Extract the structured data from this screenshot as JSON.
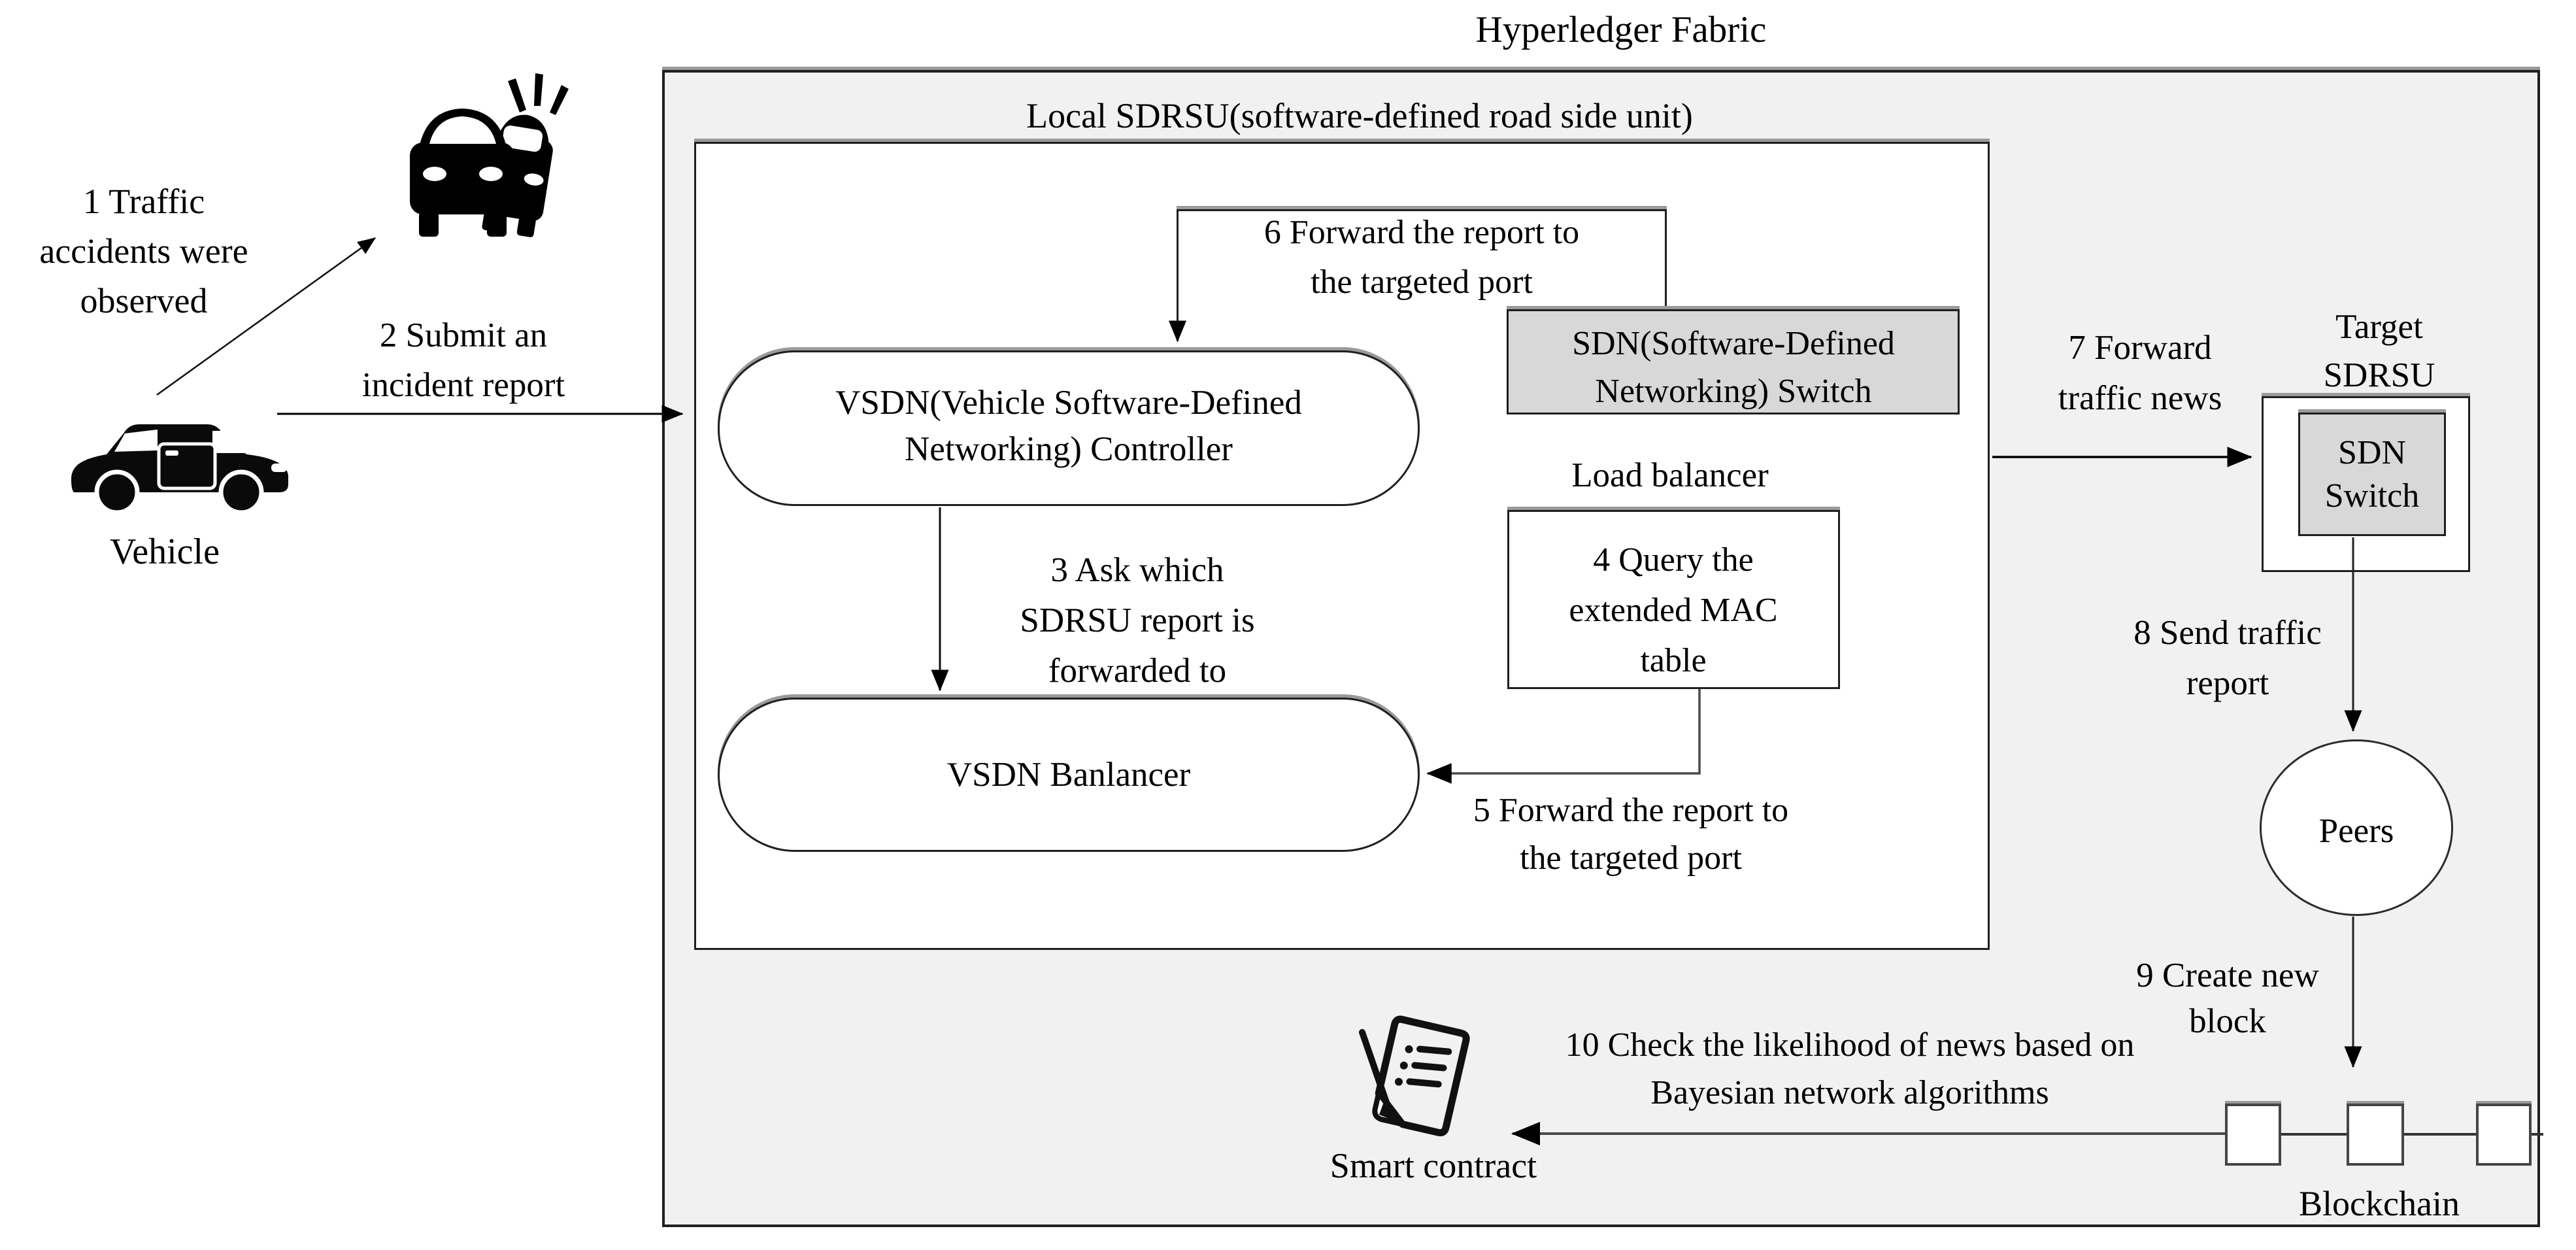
{
  "title": "Hyperledger Fabric",
  "colors": {
    "outer_fill": "#f1f1f1",
    "inner_fill": "#ffffff",
    "node_gray_fill": "#d8d8d8",
    "line_color": "#000000",
    "shadow_gray": "#9a9a9a"
  },
  "icons": {
    "crash": "car-crash-icon",
    "vehicle": "car-icon",
    "contract": "smart-contract-icon"
  },
  "outer": {
    "label": "Local SDRSU(software-defined road side unit)"
  },
  "left": {
    "step1": [
      "1 Traffic",
      "accidents were",
      "observed"
    ],
    "step2": [
      "2 Submit an",
      "incident report"
    ],
    "vehicle": "Vehicle"
  },
  "inner": {
    "step6": [
      "6 Forward the report to",
      "the targeted port"
    ],
    "sdn_switch": [
      "SDN(Software-Defined",
      "Networking) Switch"
    ],
    "controller": [
      "VSDN(Vehicle Software-Defined",
      "Networking) Controller"
    ],
    "step3": [
      "3 Ask which",
      "SDRSU report is",
      "forwarded to"
    ],
    "load_balancer": "Load balancer",
    "step4": [
      "4 Query the",
      "extended MAC",
      "table"
    ],
    "step5": [
      "5 Forward the report to",
      "the targeted port"
    ],
    "balancer": "VSDN Banlancer"
  },
  "right": {
    "step7": [
      "7 Forward",
      "traffic news"
    ],
    "target": [
      "Target",
      "SDRSU"
    ],
    "target_switch": [
      "SDN",
      "Switch"
    ],
    "step8": [
      "8 Send traffic",
      "report"
    ],
    "peers": "Peers",
    "step9": [
      "9 Create new",
      "block"
    ],
    "step10": [
      "10 Check the likelihood of news based on",
      "Bayesian network algorithms"
    ],
    "smart_contract": "Smart contract",
    "blockchain": "Blockchain"
  }
}
